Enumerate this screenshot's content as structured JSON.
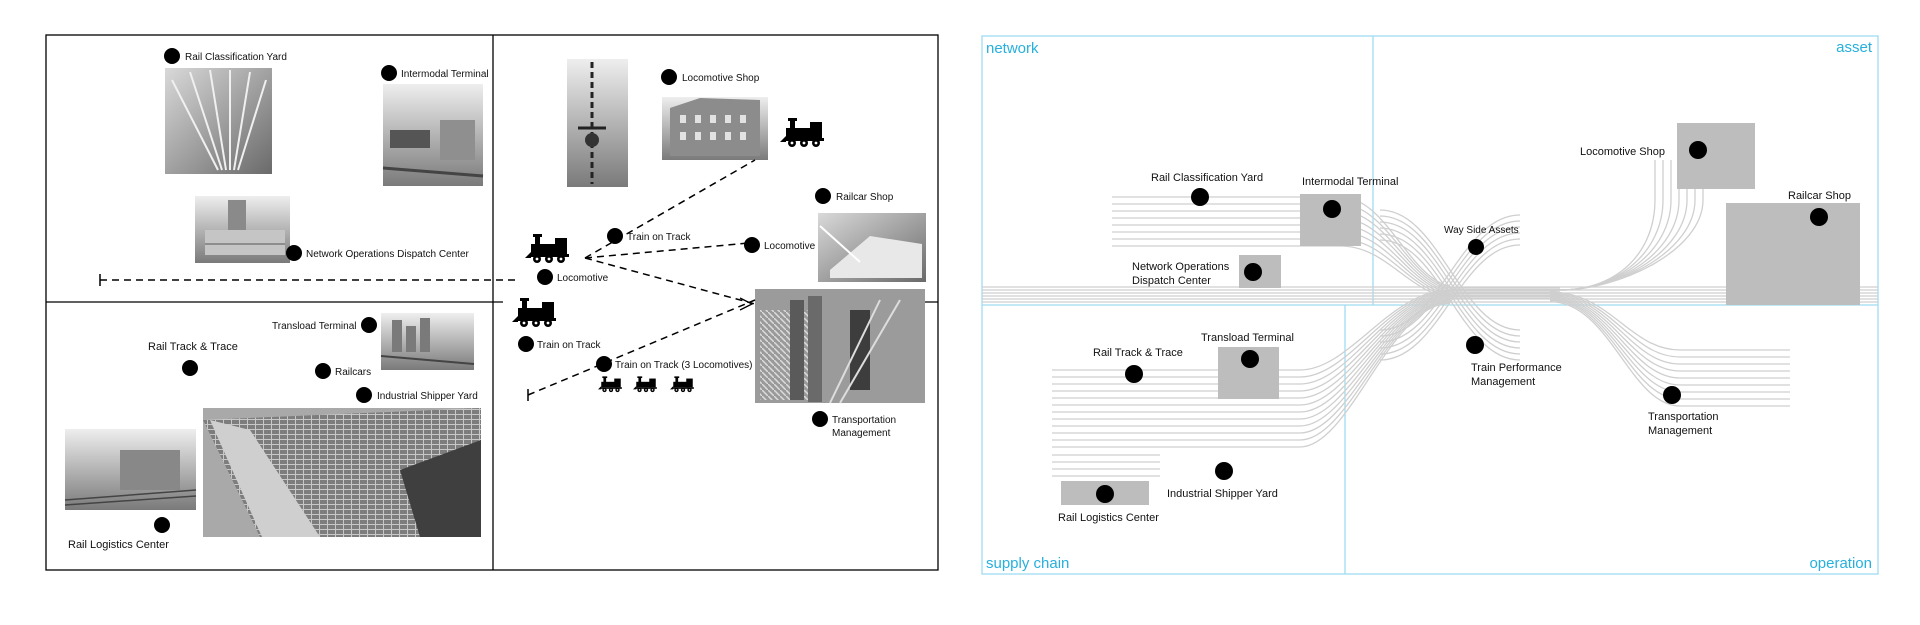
{
  "left_panel": {
    "labels": {
      "rail_classification_yard": "Rail Classification Yard",
      "intermodal_terminal": "Intermodal Terminal",
      "network_ops": "Network Operations Dispatch Center",
      "locomotive_shop": "Locomotive Shop",
      "train_on_track": "Train on Track",
      "locomotive_1": "Locomotive",
      "locomotive_2": "Locomotive",
      "railcar_shop": "Railcar Shop",
      "transload_terminal": "Transload Terminal",
      "rail_track_trace": "Rail Track & Trace",
      "railcars": "Railcars",
      "industrial_shipper_yard": "Industrial Shipper Yard",
      "train_on_track_2": "Train on Track",
      "train_on_track_3": "Train on Track (3 Locomotives)",
      "transportation_mgmt_1": "Transportation",
      "transportation_mgmt_2": "Management",
      "rail_logistics_center": "Rail Logistics Center"
    }
  },
  "right_panel": {
    "quadrants": {
      "network": "network",
      "asset": "asset",
      "supply_chain": "supply chain",
      "operation": "operation"
    },
    "labels": {
      "rail_classification_yard": "Rail Classification Yard",
      "intermodal_terminal": "Intermodal Terminal",
      "network_ops_1": "Network Operations",
      "network_ops_2": "Dispatch Center",
      "way_side_assets": "Way Side Assets",
      "locomotive_shop": "Locomotive Shop",
      "railcar_shop": "Railcar Shop",
      "rail_track_trace": "Rail Track & Trace",
      "transload_terminal": "Transload Terminal",
      "train_perf_1": "Train Performance",
      "train_perf_2": "Management",
      "transportation_mgmt_1": "Transportation",
      "transportation_mgmt_2": "Management",
      "industrial_shipper_yard": "Industrial Shipper Yard",
      "rail_logistics_center": "Rail Logistics Center"
    }
  },
  "colors": {
    "accent": "#27b0dd",
    "node": "#000000",
    "box": "#bdbdbd",
    "track": "#cfcfcf"
  }
}
